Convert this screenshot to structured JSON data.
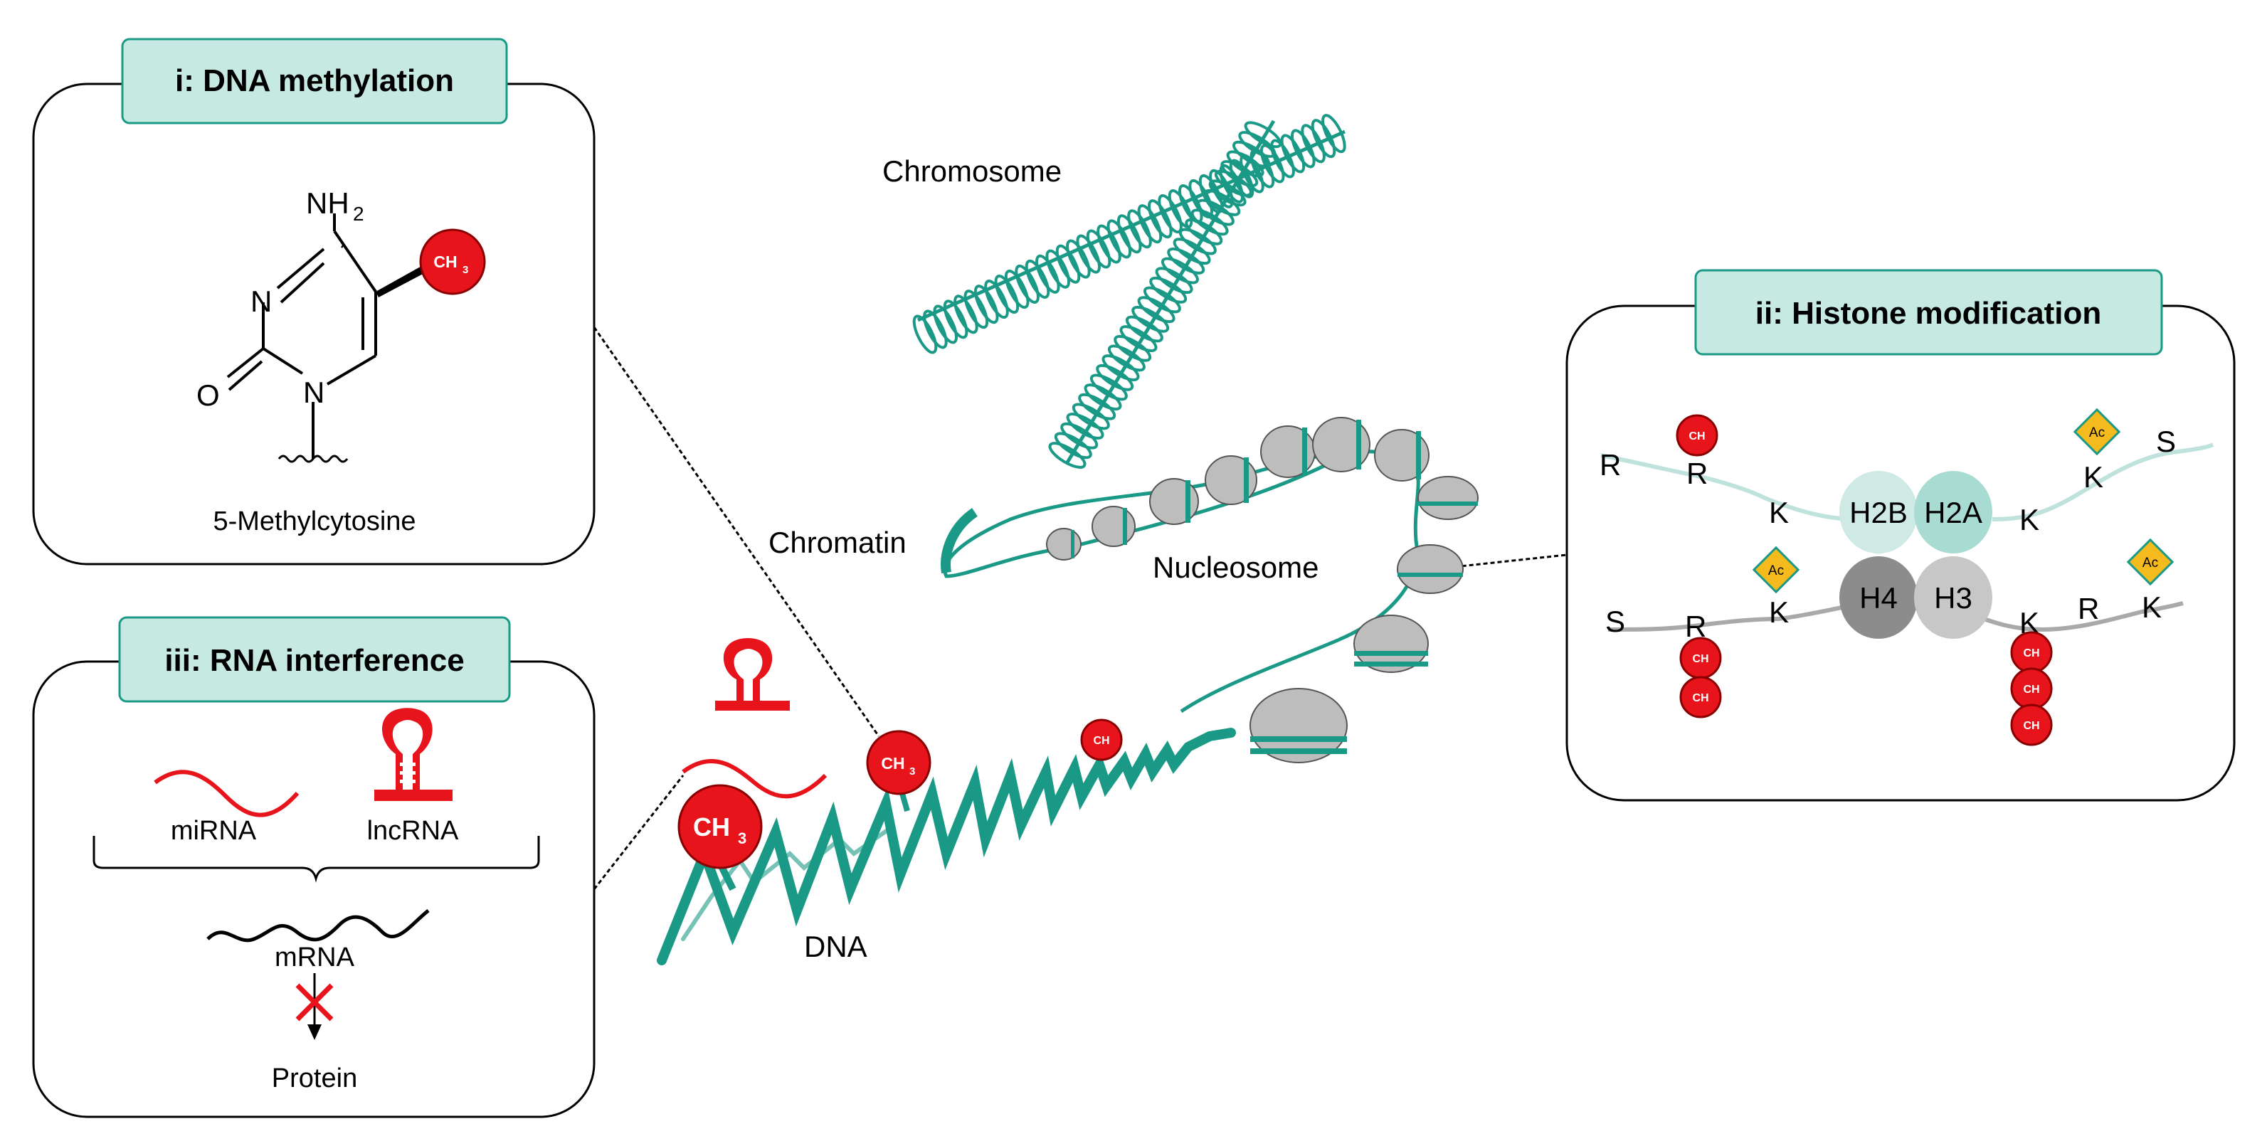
{
  "panels": {
    "dna_methylation": {
      "title": "i: DNA methylation",
      "molecule_caption": "5-Methylcytosine"
    },
    "histone_modification": {
      "title": "ii: Histone modification"
    },
    "rna_interference": {
      "title": "iii: RNA interference"
    }
  },
  "molecule": {
    "nh2_label": "NH",
    "nh2_sub": "2",
    "n_top": "N",
    "n_bottom": "N",
    "o_label": "O"
  },
  "methyl": {
    "text": "CH",
    "sub": "3"
  },
  "acetyl": {
    "text": "Ac"
  },
  "rna": {
    "mirna": "miRNA",
    "lncrna": "lncRNA",
    "mrna": "mRNA",
    "protein": "Protein"
  },
  "structure_labels": {
    "chromosome": "Chromosome",
    "chromatin": "Chromatin",
    "nucleosome": "Nucleosome",
    "dna": "DNA"
  },
  "histones": {
    "h2b": "H2B",
    "h2a": "H2A",
    "h4": "H4",
    "h3": "H3"
  },
  "residues": {
    "upper_left": [
      "R",
      "R",
      "K"
    ],
    "upper_right": [
      "K",
      "K",
      "S"
    ],
    "lower_left": [
      "S",
      "R",
      "K"
    ],
    "lower_right": [
      "K",
      "R",
      "K"
    ]
  },
  "colors": {
    "teal": "#1a9a86",
    "teal_light": "#bfe3dc",
    "title_bg": "#c6e9e2",
    "methyl_red": "#e8141b",
    "acetyl_gold": "#f5bb1e",
    "histone_gray": "#bdbdbd"
  }
}
